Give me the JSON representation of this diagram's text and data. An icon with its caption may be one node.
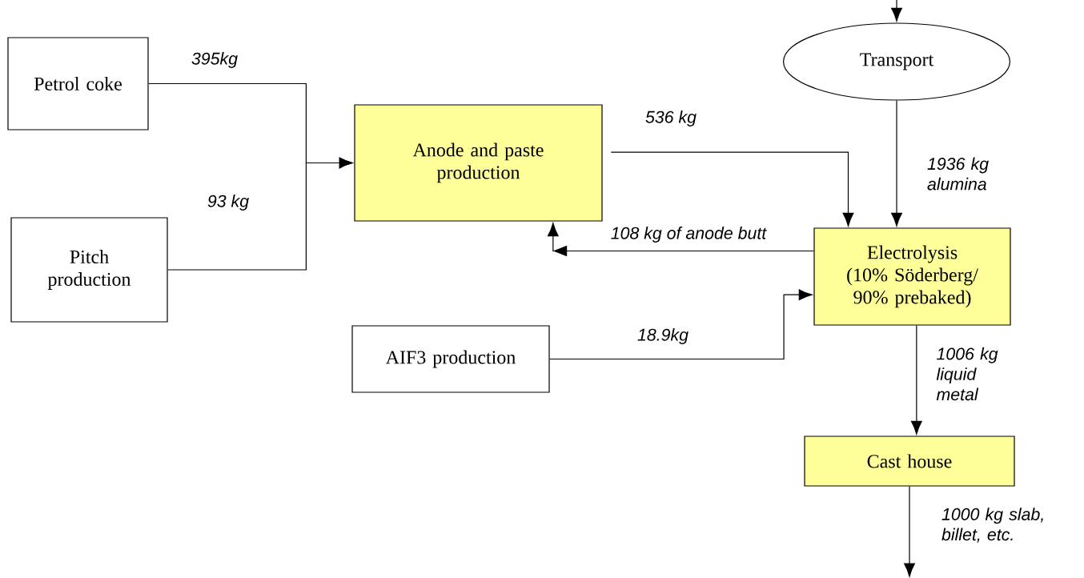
{
  "diagram": {
    "nodes": [
      {
        "text": [
          "Petrol coke"
        ]
      },
      {
        "text": [
          "Pitch production"
        ]
      },
      {
        "text": [
          "Anode and paste production"
        ]
      },
      {
        "text": [
          "Transport"
        ]
      },
      {
        "text": [
          "Electrolysis",
          "(10% Söderberg/ 90% prebaked)"
        ]
      },
      {
        "text": [
          "AIF3 production"
        ]
      },
      {
        "text": [
          "Cast house"
        ]
      }
    ],
    "edges": [
      {
        "from": null,
        "to": 3,
        "arrow": "to"
      },
      {
        "from": 0,
        "to": 2,
        "arrow": "to",
        "label": "395kg"
      },
      {
        "from": 1,
        "to": 2,
        "arrow": "to",
        "label": "93 kg"
      },
      {
        "from": 2,
        "to": 4,
        "arrow": "to",
        "label": "536 kg"
      },
      {
        "from": 3,
        "to": 4,
        "arrow": "to",
        "label": "1936 kg alumina"
      },
      {
        "from": 4,
        "to": 2,
        "arrow": "to",
        "label": "108 kg of anode butt"
      },
      {
        "from": 5,
        "to": 4,
        "arrow": "to",
        "label": "18.9kg"
      },
      {
        "from": 4,
        "to": 6,
        "arrow": "to",
        "label": "1006 kg liquid metal"
      },
      {
        "from": 6,
        "to": null,
        "arrow": "to",
        "label": "1000 kg slab, billet, etc."
      }
    ]
  }
}
